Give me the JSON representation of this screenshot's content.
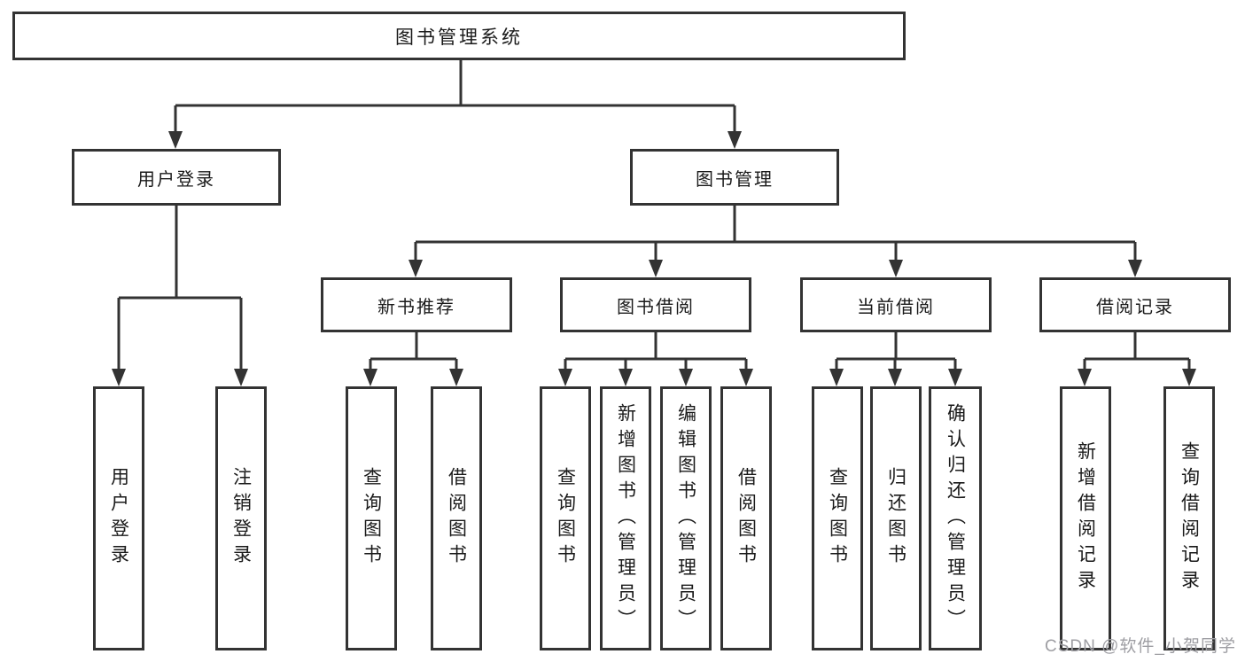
{
  "diagram": {
    "root": {
      "label": "图书管理系统"
    },
    "branches": [
      {
        "label": "用户登录",
        "children": [
          {
            "label": "用户登录"
          },
          {
            "label": "注销登录"
          }
        ]
      },
      {
        "label": "图书管理",
        "children": [
          {
            "label": "新书推荐",
            "children": [
              {
                "label": "查询图书"
              },
              {
                "label": "借阅图书"
              }
            ]
          },
          {
            "label": "图书借阅",
            "children": [
              {
                "label": "查询图书"
              },
              {
                "label": "新增图书（管理员）"
              },
              {
                "label": "编辑图书（管理员）"
              },
              {
                "label": "借阅图书"
              }
            ]
          },
          {
            "label": "当前借阅",
            "children": [
              {
                "label": "查询图书"
              },
              {
                "label": "归还图书"
              },
              {
                "label": "确认归还（管理员）"
              }
            ]
          },
          {
            "label": "借阅记录",
            "children": [
              {
                "label": "新增借阅记录"
              },
              {
                "label": "查询借阅记录"
              }
            ]
          }
        ]
      }
    ]
  },
  "watermark": {
    "text": "CSDN @软件_小贺同学"
  },
  "colors": {
    "line": "#333333",
    "text": "#1a1a1a",
    "background": "#ffffff",
    "watermark": "#9e9ea3"
  }
}
